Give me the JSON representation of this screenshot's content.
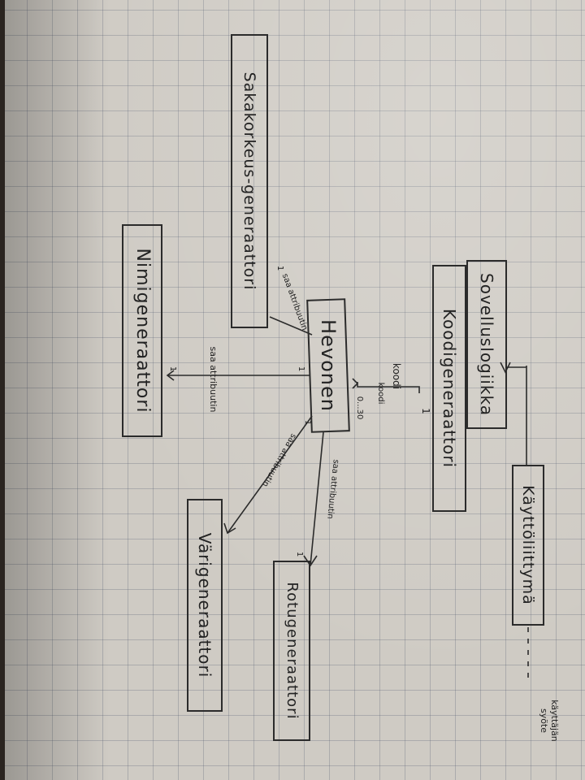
{
  "diagram": {
    "boxes": {
      "sovelluslogiikka": "Sovelluslogiikka",
      "koodigeneraattori": "Koodigeneraattori",
      "kayttoliittyma": "Käyttöliittymä",
      "sakakorkeus": "Sakakorkeus-generaattori",
      "nimigeneraattori": "Nimigeneraattori",
      "hevonen": "Hevonen",
      "varigeneraattori": "Värigeneraattori",
      "rotugeneraattori": "Rotugeneraattori"
    },
    "labels": {
      "koodi": "koodi",
      "koodi_small": "koodi",
      "mult_1_koodi": "1",
      "mult_0_30": "0...30",
      "saa_attribuutin_nimi": "saa attribuutin",
      "mult_1_nimi_a": "1",
      "mult_1_nimi_b": "1",
      "saa_attribuutin_saka": "saa attribuutin",
      "mult_1_saka": "1",
      "saa_attribuutin_vari": "saa attribuutin",
      "mult_1_vari": "1",
      "saa_attribuutin_rotu": "saa attribuutin",
      "mult_1_rotu": "1",
      "kayttaja": "käyttäjän syöte"
    }
  }
}
